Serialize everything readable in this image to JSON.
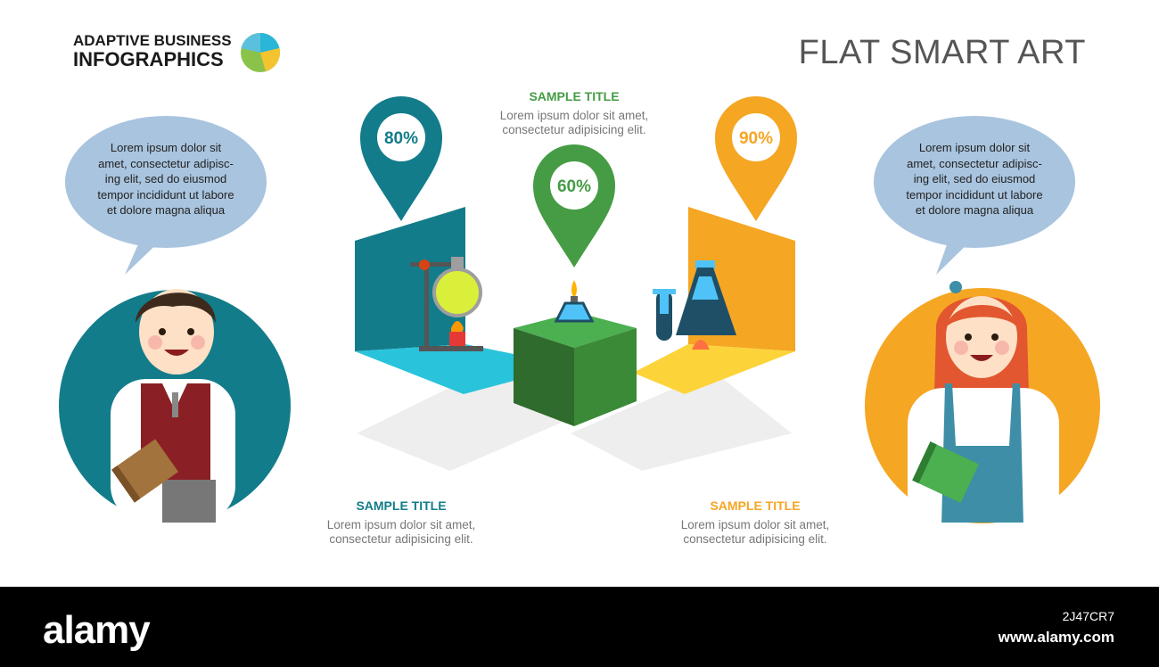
{
  "header": {
    "brand_line1": "ADAPTIVE BUSINESS",
    "brand_line2": "INFOGRAPHICS",
    "title": "FLAT SMART ART"
  },
  "colors": {
    "teal": "#137c8a",
    "green": "#459c45",
    "orange": "#f5a623",
    "bubble": "#a9c4de"
  },
  "pins": [
    {
      "value": "80%",
      "color": "teal"
    },
    {
      "value": "60%",
      "color": "green"
    },
    {
      "value": "90%",
      "color": "orange"
    }
  ],
  "captions": {
    "top": {
      "title": "SAMPLE TITLE",
      "line1": "Lorem ipsum dolor sit amet,",
      "line2": "consectetur adipisicing elit."
    },
    "left": {
      "title": "SAMPLE TITLE",
      "line1": "Lorem ipsum dolor sit amet,",
      "line2": "consectetur adipisicing elit."
    },
    "right": {
      "title": "SAMPLE TITLE",
      "line1": "Lorem ipsum dolor sit amet,",
      "line2": "consectetur adipisicing elit."
    }
  },
  "bubbles": {
    "left": [
      "Lorem ipsum dolor sit",
      "amet, consectetur adipisc-",
      "ing elit, sed do eiusmod",
      "tempor incididunt ut labore",
      "et dolore magna aliqua"
    ],
    "right": [
      "Lorem ipsum dolor sit",
      "amet, consectetur adipisc-",
      "ing elit, sed do eiusmod",
      "tempor incididunt ut labore",
      "et dolore magna aliqua"
    ]
  },
  "footer": {
    "logo": "alamy",
    "image_id": "2J47CR7",
    "site": "www.alamy.com"
  }
}
